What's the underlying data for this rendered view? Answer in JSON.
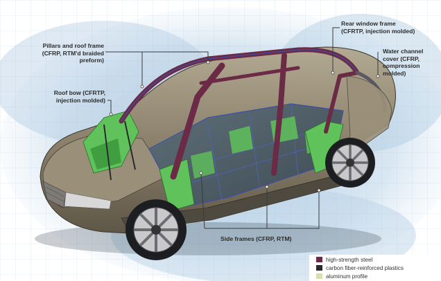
{
  "callouts": {
    "pillars": [
      "Pillars and roof frame",
      "(CFRP, RTM'd braided",
      "preform)"
    ],
    "roof_bow": [
      "Roof bow (CFRTP,",
      "injection molded)"
    ],
    "rear_window": [
      "Rear window frame",
      "(CFRTP, injection molded)"
    ],
    "water_channel": [
      "Water channel",
      "cover (CFRP,",
      "compression",
      "molded)"
    ],
    "side_frames": [
      "Side frames (CFRP, RTM)"
    ]
  },
  "legend": [
    {
      "label": "high-strength steel",
      "color": "#6b2a45"
    },
    {
      "label": "carbon fiber-reinforced plastics",
      "color": "#2a2a2e"
    },
    {
      "label": "aluminum profile",
      "color": "#d8dfb0"
    }
  ],
  "colors": {
    "body_paint": "#8a7f6c",
    "steel": "#6b2a45",
    "cfrp_edge": "#3f4fa8",
    "green_parts": "#5fc25a",
    "background_wash": "#b9d3e8"
  }
}
